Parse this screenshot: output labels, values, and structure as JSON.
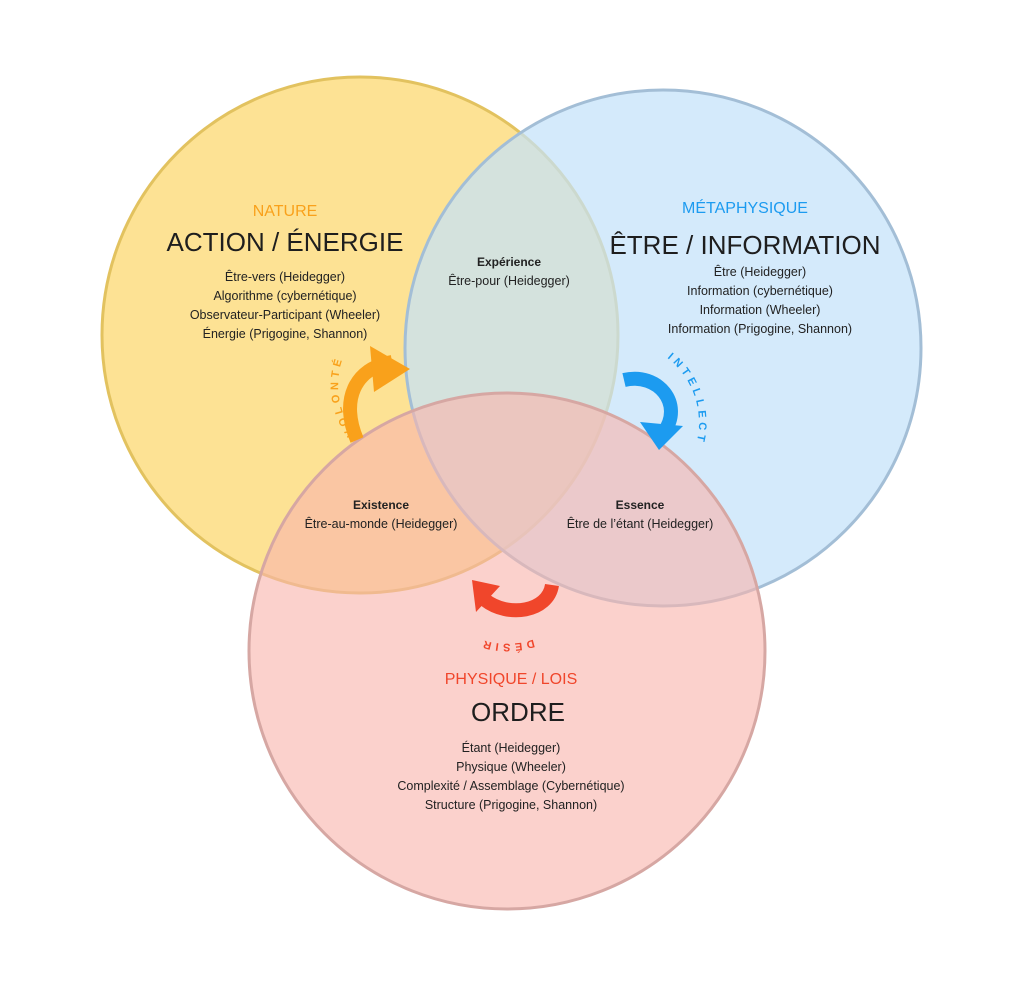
{
  "nature": {
    "category": "NATURE",
    "title": "ACTION / ÉNERGIE",
    "lines": [
      "Être-vers (Heidegger)",
      "Algorithme (cybernétique)",
      "Observateur-Participant (Wheeler)",
      "Énergie (Prigogine, Shannon)"
    ],
    "color": "#F9A11B",
    "fill": "#FDE08E",
    "stroke": "#E2C25F"
  },
  "metaphysique": {
    "category": "MÉTAPHYSIQUE",
    "title": "ÊTRE / INFORMATION",
    "lines": [
      "Être (Heidegger)",
      "Information (cybernétique)",
      "Information (Wheeler)",
      "Information (Prigogine, Shannon)"
    ],
    "color": "#1C9BF0",
    "fill": "#CCE7FB",
    "stroke": "#A3BED6"
  },
  "physique": {
    "category": "PHYSIQUE / LOIS",
    "title": "ORDRE",
    "lines": [
      "Étant (Heidegger)",
      "Physique (Wheeler)",
      "Complexité / Assemblage (Cybernétique)",
      "Structure (Prigogine, Shannon)"
    ],
    "color": "#F0462B",
    "fill": "#FAC9C4",
    "stroke": "#D6A7A3"
  },
  "overlaps": {
    "experience": {
      "title": "Expérience",
      "subtitle": "Être-pour (Heidegger)"
    },
    "existence": {
      "title": "Existence",
      "subtitle": "Être-au-monde (Heidegger)"
    },
    "essence": {
      "title": "Essence",
      "subtitle": "Être de l’étant (Heidegger)"
    }
  },
  "arrows": {
    "volonte": "VOLONTÉ",
    "intellect": "INTELLECT",
    "desir": "DÉSIR"
  }
}
